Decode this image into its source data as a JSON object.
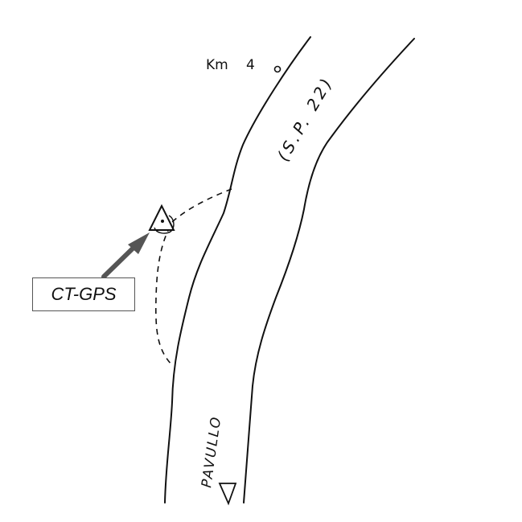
{
  "map": {
    "km_label": "Km",
    "km_value": "4",
    "road_label": "(S.P. 22)",
    "direction_label": "PAVULLO",
    "station_label": "CT-GPS",
    "colors": {
      "ink": "#111111",
      "arrow": "#555555",
      "box_border": "#555555",
      "background": "#ffffff"
    },
    "icons": {
      "station_marker": "triangle-dot-icon",
      "direction_marker": "down-triangle-icon",
      "km_marker": "circle-marker-icon",
      "pointer": "arrow-icon"
    }
  }
}
